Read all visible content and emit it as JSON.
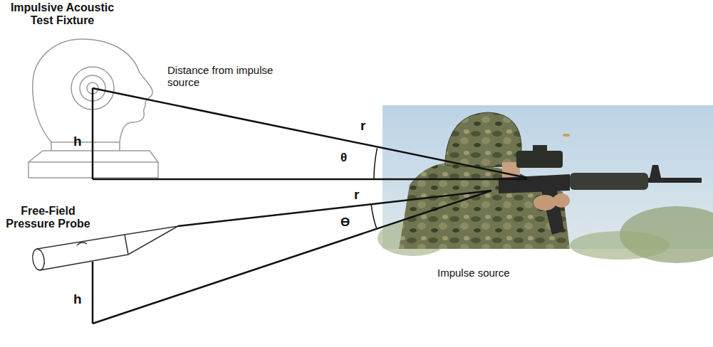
{
  "diagram": {
    "labels": [
      "Impulsive Acoustic Test Fixture",
      "Distance from impulse source",
      "h",
      "r",
      "θ",
      "Free-Field Pressure Probe",
      "r",
      "ϴ",
      "h",
      "Impulse source"
    ]
  }
}
